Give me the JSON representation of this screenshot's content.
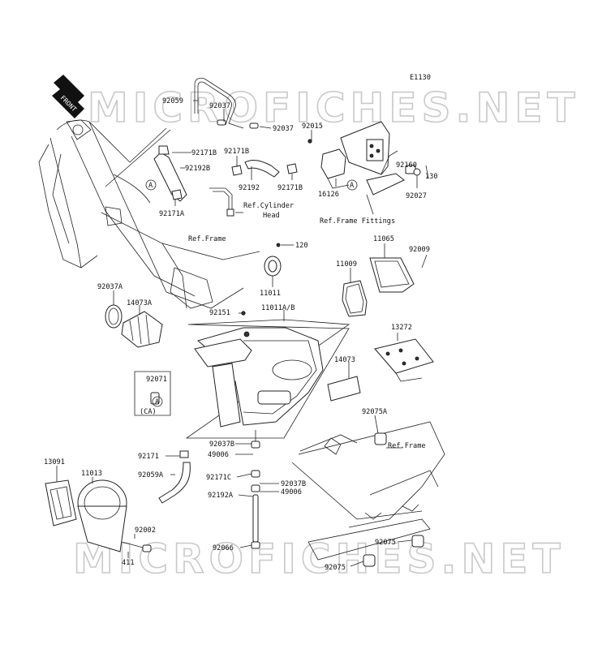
{
  "diagram": {
    "code": "E1130",
    "direction_tag": "FRONT",
    "watermark": "MICROFICHES.NET",
    "labels": {
      "p92059": "92059",
      "p92037_a": "92037",
      "p92037_b": "92037",
      "p92015": "92015",
      "p92171B_a": "92171B",
      "p92192B": "92192B",
      "p92171B_b": "92171B",
      "p92192": "92192",
      "p92171B_c": "92171B",
      "p16126": "16126",
      "p92160": "92160",
      "p130": "130",
      "p92027": "92027",
      "p92171A": "92171A",
      "refA_1": "A",
      "refA_2": "A",
      "refA_3": "A",
      "ref_cyl1": "Ref.Cylinder",
      "ref_cyl2": "Head",
      "ref_frame_fittings": "Ref.Frame Fittings",
      "ref_frame_1": "Ref.Frame",
      "p120": "120",
      "p11011": "11011",
      "p11065": "11065",
      "p92009": "92009",
      "p11009": "11009",
      "p92037A": "92037A",
      "p14073A": "14073A",
      "p92151": "92151",
      "p11011AB": "11011A/B",
      "p13272": "13272",
      "p14073": "14073",
      "p92071": "92071",
      "pCA": "(CA)",
      "p92075A": "92075A",
      "ref_frame_2": "Ref.Frame",
      "p92171": "92171",
      "p92037B_a": "92037B",
      "p49006_a": "49006",
      "p92059A": "92059A",
      "p92171C": "92171C",
      "p92037B_b": "92037B",
      "p49006_b": "49006",
      "p92192A": "92192A",
      "p13091": "13091",
      "p11013": "11013",
      "p92002": "92002",
      "p411": "411",
      "p92066": "92066",
      "p92075_a": "92075",
      "p92075_b": "92075"
    }
  },
  "colors": {
    "ink": "#222222",
    "watermark": "#c9c9c9",
    "background": "#ffffff"
  }
}
